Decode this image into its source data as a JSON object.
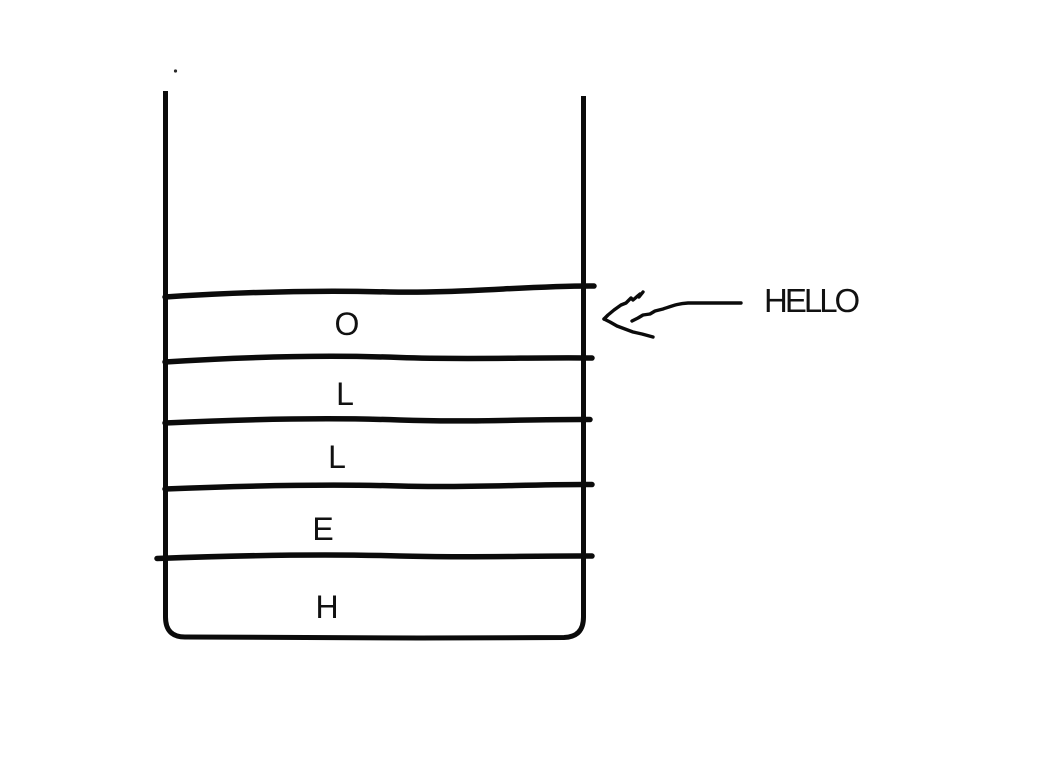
{
  "colors": {
    "ink": "#0b0b0b",
    "background": "#ffffff"
  },
  "diagram": {
    "kind": "hand-drawn stack of letters",
    "stack": {
      "slots_top_to_bottom": [
        "O",
        "L",
        "L",
        "E",
        "H"
      ]
    },
    "annotation": {
      "label": "HELLO"
    }
  }
}
